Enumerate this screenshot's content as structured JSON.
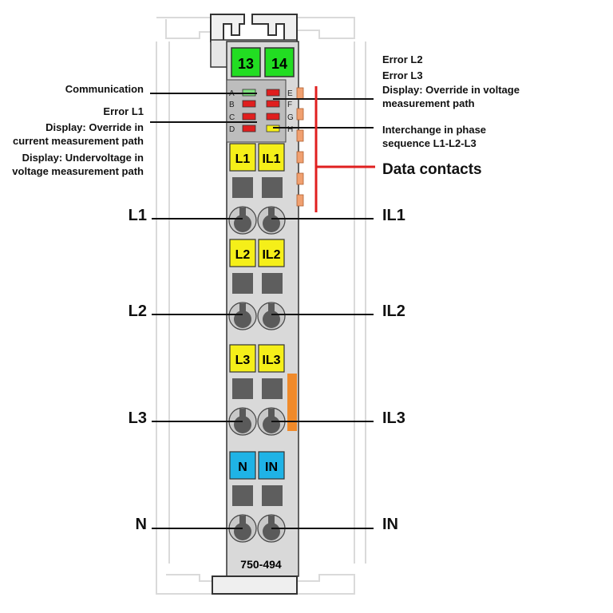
{
  "module": {
    "model": "750-494",
    "top_terminals": [
      "13",
      "14"
    ],
    "led_letters_left": [
      "A",
      "B",
      "C",
      "D"
    ],
    "led_letters_right": [
      "E",
      "F",
      "G",
      "H"
    ],
    "groups": [
      {
        "marker_left": "L1",
        "marker_right": "IL1"
      },
      {
        "marker_left": "L2",
        "marker_right": "IL2"
      },
      {
        "marker_left": "L3",
        "marker_right": "IL3"
      },
      {
        "marker_left": "N",
        "marker_right": "IN"
      }
    ]
  },
  "labels": {
    "communication": "Communication",
    "error_l1": "Error L1",
    "display_current": "Display: Override in current measurement path",
    "display_undervoltage": "Display: Undervoltage in voltage measurement path",
    "error_l2": "Error L2",
    "error_l3": "Error L3",
    "display_voltage": "Display: Override in voltage measurement path",
    "interchange": "Interchange in phase sequence L1-L2-L3",
    "data_contacts": "Data contacts"
  },
  "connections_left": [
    "L1",
    "L2",
    "L3",
    "N"
  ],
  "connections_right": [
    "IL1",
    "IL2",
    "IL3",
    "IN"
  ],
  "colors": {
    "terminal_green": "#22dd22",
    "marker_yellow": "#f5ef19",
    "marker_blue": "#1fb3e6",
    "led_red": "#e01e1e",
    "led_green": "#7fe07f",
    "led_yellow": "#f5ef19",
    "data_contact_orange": "#f0a070",
    "data_line_red": "#e02020",
    "side_orange": "#f08a2a",
    "housing_gray": "#d6d6d6",
    "slot_gray": "#5e5e5e"
  }
}
